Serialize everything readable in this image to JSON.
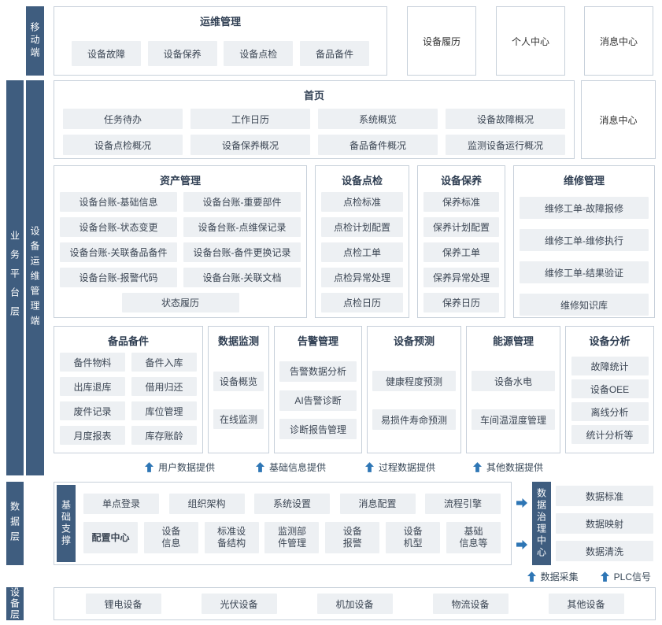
{
  "layers": {
    "mobile": "移动端",
    "business_platform": "业务平台层",
    "om_client": "设备运维管理端",
    "data_layer": "数据层",
    "base_support": "基础支撑",
    "data_governance": "数据治理中心",
    "device_layer": "设备层"
  },
  "mobile": {
    "ops": {
      "title": "运维管理",
      "items": [
        "设备故障",
        "设备保养",
        "设备点检",
        "备品备件"
      ]
    },
    "standalone": [
      "设备履历",
      "个人中心",
      "消息中心"
    ]
  },
  "platform": {
    "home": {
      "title": "首页",
      "items": [
        "任务待办",
        "工作日历",
        "系统概览",
        "设备故障概况",
        "设备点检概况",
        "设备保养概况",
        "备品备件概况",
        "监测设备运行概况"
      ],
      "side_box": "消息中心"
    },
    "asset": {
      "title": "资产管理",
      "items": [
        "设备台账-基础信息",
        "设备台账-重要部件",
        "设备台账-状态变更",
        "设备台账-点维保记录",
        "设备台账-关联备品备件",
        "设备台账-备件更换记录",
        "设备台账-报警代码",
        "设备台账-关联文档"
      ],
      "footer_item": "状态履历"
    },
    "inspection": {
      "title": "设备点检",
      "items": [
        "点检标准",
        "点检计划配置",
        "点检工单",
        "点检异常处理",
        "点检日历"
      ]
    },
    "maintenance": {
      "title": "设备保养",
      "items": [
        "保养标准",
        "保养计划配置",
        "保养工单",
        "保养异常处理",
        "保养日历"
      ]
    },
    "repair": {
      "title": "维修管理",
      "items": [
        "维修工单-故障报修",
        "维修工单-维修执行",
        "维修工单-结果验证",
        "维修知识库"
      ]
    },
    "spare": {
      "title": "备品备件",
      "items": [
        "备件物料",
        "备件入库",
        "出库退库",
        "借用归还",
        "废件记录",
        "库位管理",
        "月度报表",
        "库存账龄"
      ]
    },
    "monitoring": {
      "title": "数据监测",
      "items": [
        "设备概览",
        "在线监测"
      ]
    },
    "alarm": {
      "title": "告警管理",
      "items": [
        "告警数据分析",
        "AI告警诊断",
        "诊断报告管理"
      ]
    },
    "prediction": {
      "title": "设备预测",
      "items": [
        "健康程度预测",
        "易损件寿命预测"
      ]
    },
    "energy": {
      "title": "能源管理",
      "items": [
        "设备水电",
        "车间温湿度管理"
      ]
    },
    "analysis": {
      "title": "设备分析",
      "items": [
        "故障统计",
        "设备OEE",
        "离线分析",
        "统计分析等"
      ]
    }
  },
  "flow_labels": [
    "用户数据提供",
    "基础信息提供",
    "过程数据提供",
    "其他数据提供"
  ],
  "data_layer": {
    "top_row": [
      "单点登录",
      "组织架构",
      "系统设置",
      "消息配置",
      "流程引擎"
    ],
    "bottom_row": [
      "配置中心",
      "设备\n信息",
      "标准设\n备结构",
      "监测部\n件管理",
      "设备\n报警",
      "设备\n机型",
      "基础\n信息等"
    ],
    "governance_items": [
      "数据标准",
      "数据映射",
      "数据清洗"
    ],
    "collect_labels": [
      "数据采集",
      "PLC信号"
    ]
  },
  "device_layer": {
    "items": [
      "锂电设备",
      "光伏设备",
      "机加设备",
      "物流设备",
      "其他设备"
    ]
  },
  "colors": {
    "layer_bar": "#3f5d7f",
    "arrow": "#2e76b5",
    "item_bg": "#edf0f3",
    "box_border": "#c7d0da",
    "title_text": "#2f3e52",
    "item_text": "#3c4654"
  }
}
